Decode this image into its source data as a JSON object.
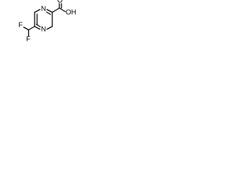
{
  "molecule": {
    "atoms": {
      "n_top": "N",
      "n_bottom": "N",
      "o_carbonyl": "O",
      "oh": "OH",
      "f_upper": "F",
      "f_lower": "F"
    }
  }
}
